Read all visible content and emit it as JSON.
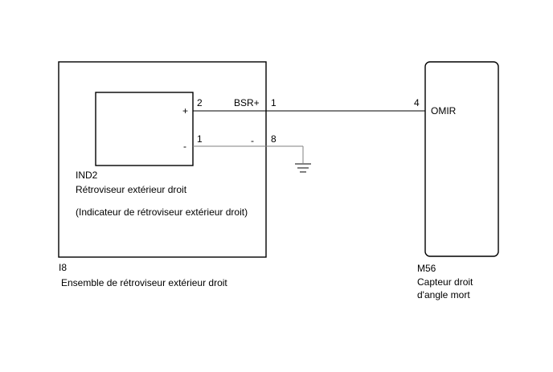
{
  "mirror_assembly": {
    "connector": "I8",
    "name": "Ensemble de rétroviseur extérieur droit",
    "pin_bsr": "1",
    "pin_ground": "8",
    "signal_bsr": "BSR+",
    "signal_ground": "-"
  },
  "indicator": {
    "code": "IND2",
    "name": "Rétroviseur extérieur droit",
    "note": "(Indicateur de rétroviseur extérieur droit)",
    "pin_plus": "2",
    "pin_minus": "1",
    "polarity_plus": "+",
    "polarity_minus": "-"
  },
  "sensor": {
    "connector": "M56",
    "name_line1": "Capteur droit",
    "name_line2": "d'angle mort",
    "pin": "4",
    "signal": "OMIR"
  },
  "colors": {
    "line": "#000000",
    "background": "#ffffff"
  }
}
